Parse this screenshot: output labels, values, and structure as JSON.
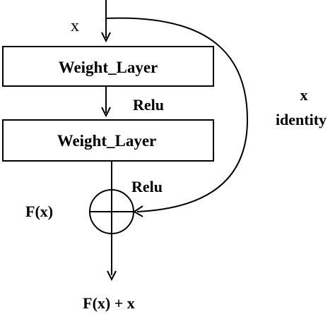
{
  "input_label": "x",
  "layer1_label": "Weight_Layer",
  "layer2_label": "Weight_Layer",
  "relu1_label": "Relu",
  "relu2_label": "Relu",
  "identity_x_label": "x",
  "identity_label": "identity",
  "fx_label": "F(x)",
  "output_label": "F(x) + x",
  "colors": {
    "stroke": "#000000",
    "background": "#ffffff"
  },
  "icons": {
    "sum_node": "circle-plus-icon",
    "arrowhead": "arrowhead-icon"
  }
}
